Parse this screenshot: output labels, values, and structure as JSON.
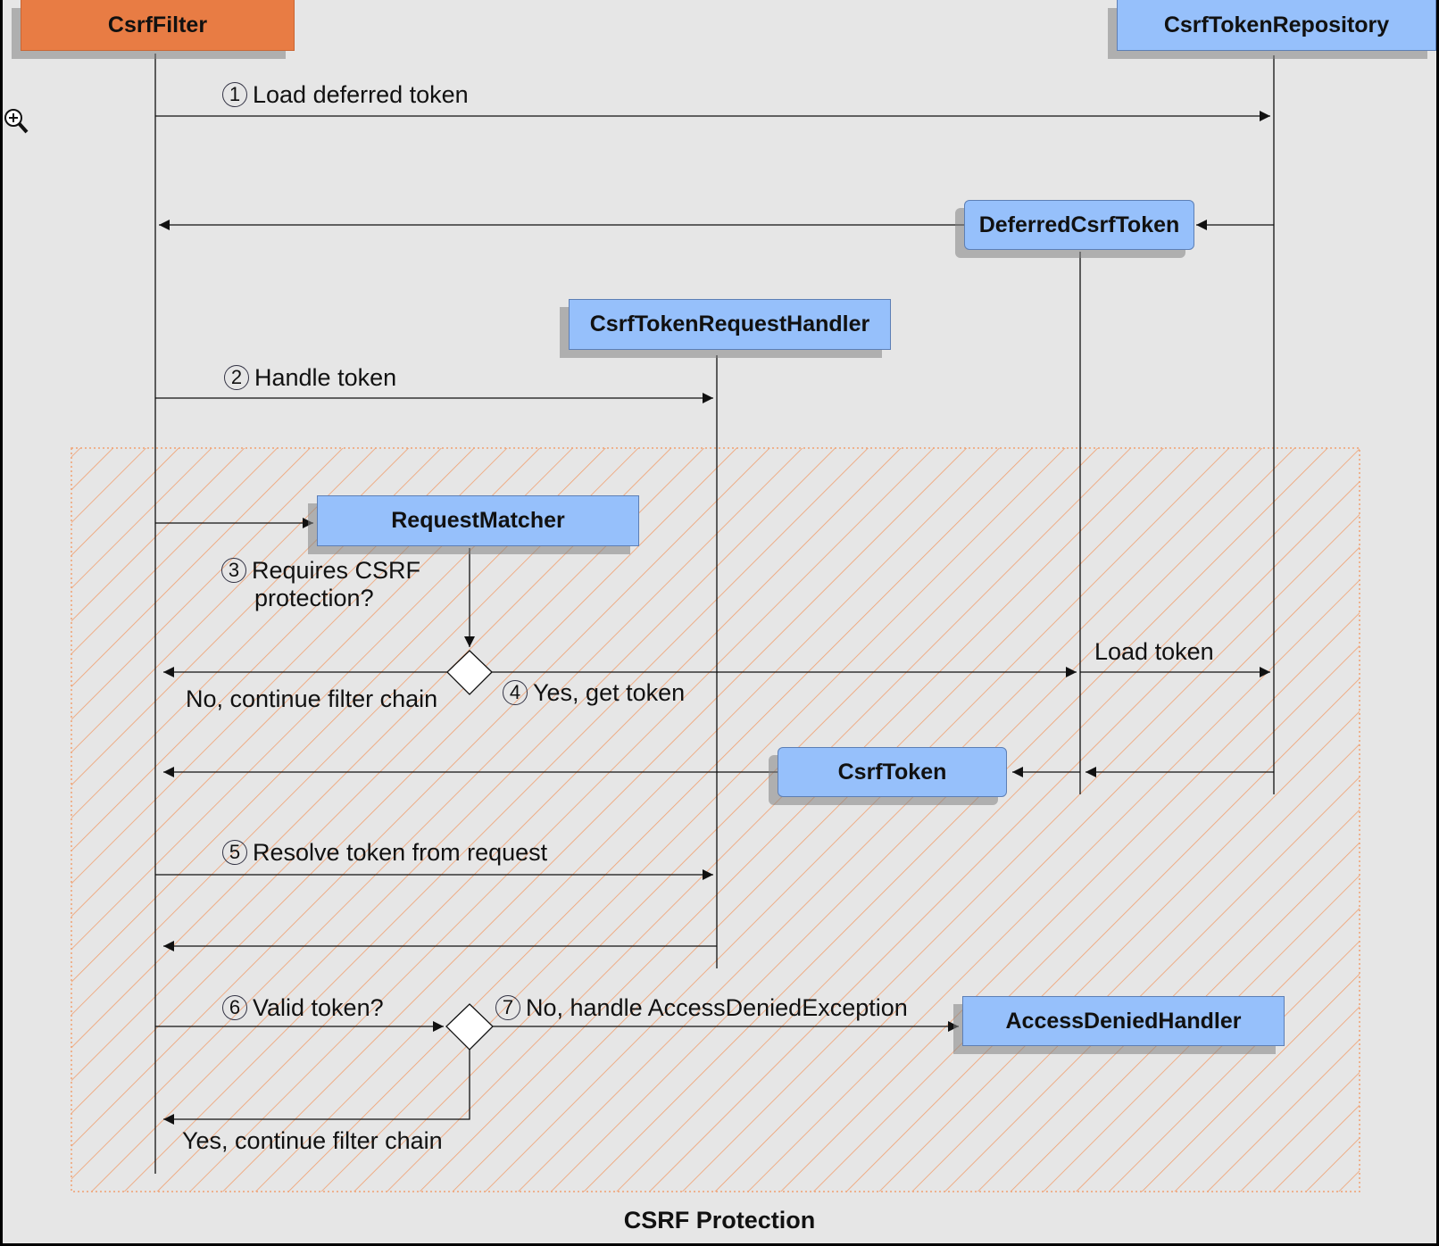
{
  "caption": "CSRF Protection",
  "participants": {
    "csrf_filter": "CsrfFilter",
    "csrf_token_repository": "CsrfTokenRepository",
    "deferred_csrf_token": "DeferredCsrfToken",
    "csrf_token_request_handler": "CsrfTokenRequestHandler",
    "request_matcher": "RequestMatcher",
    "csrf_token": "CsrfToken",
    "access_denied_handler": "AccessDeniedHandler"
  },
  "steps": {
    "s1": {
      "num": "1",
      "text": "Load deferred token"
    },
    "s2": {
      "num": "2",
      "text": "Handle token"
    },
    "s3": {
      "num": "3",
      "line1": "Requires CSRF",
      "line2": "protection?"
    },
    "s4": {
      "num": "4",
      "text": "Yes, get token"
    },
    "s5": {
      "num": "5",
      "text": "Resolve token from request"
    },
    "s6": {
      "num": "6",
      "text": "Valid token?"
    },
    "s7": {
      "num": "7",
      "text": "No, handle AccessDeniedException"
    }
  },
  "labels": {
    "no_continue": "No, continue filter chain",
    "load_token": "Load token",
    "yes_continue": "Yes, continue filter chain"
  },
  "colors": {
    "filter": "#e87c44",
    "component": "#96c0fb",
    "hatch": "#f0a070",
    "background": "#e6e6e6"
  },
  "icons": {
    "cursor": "zoom-in-icon"
  }
}
